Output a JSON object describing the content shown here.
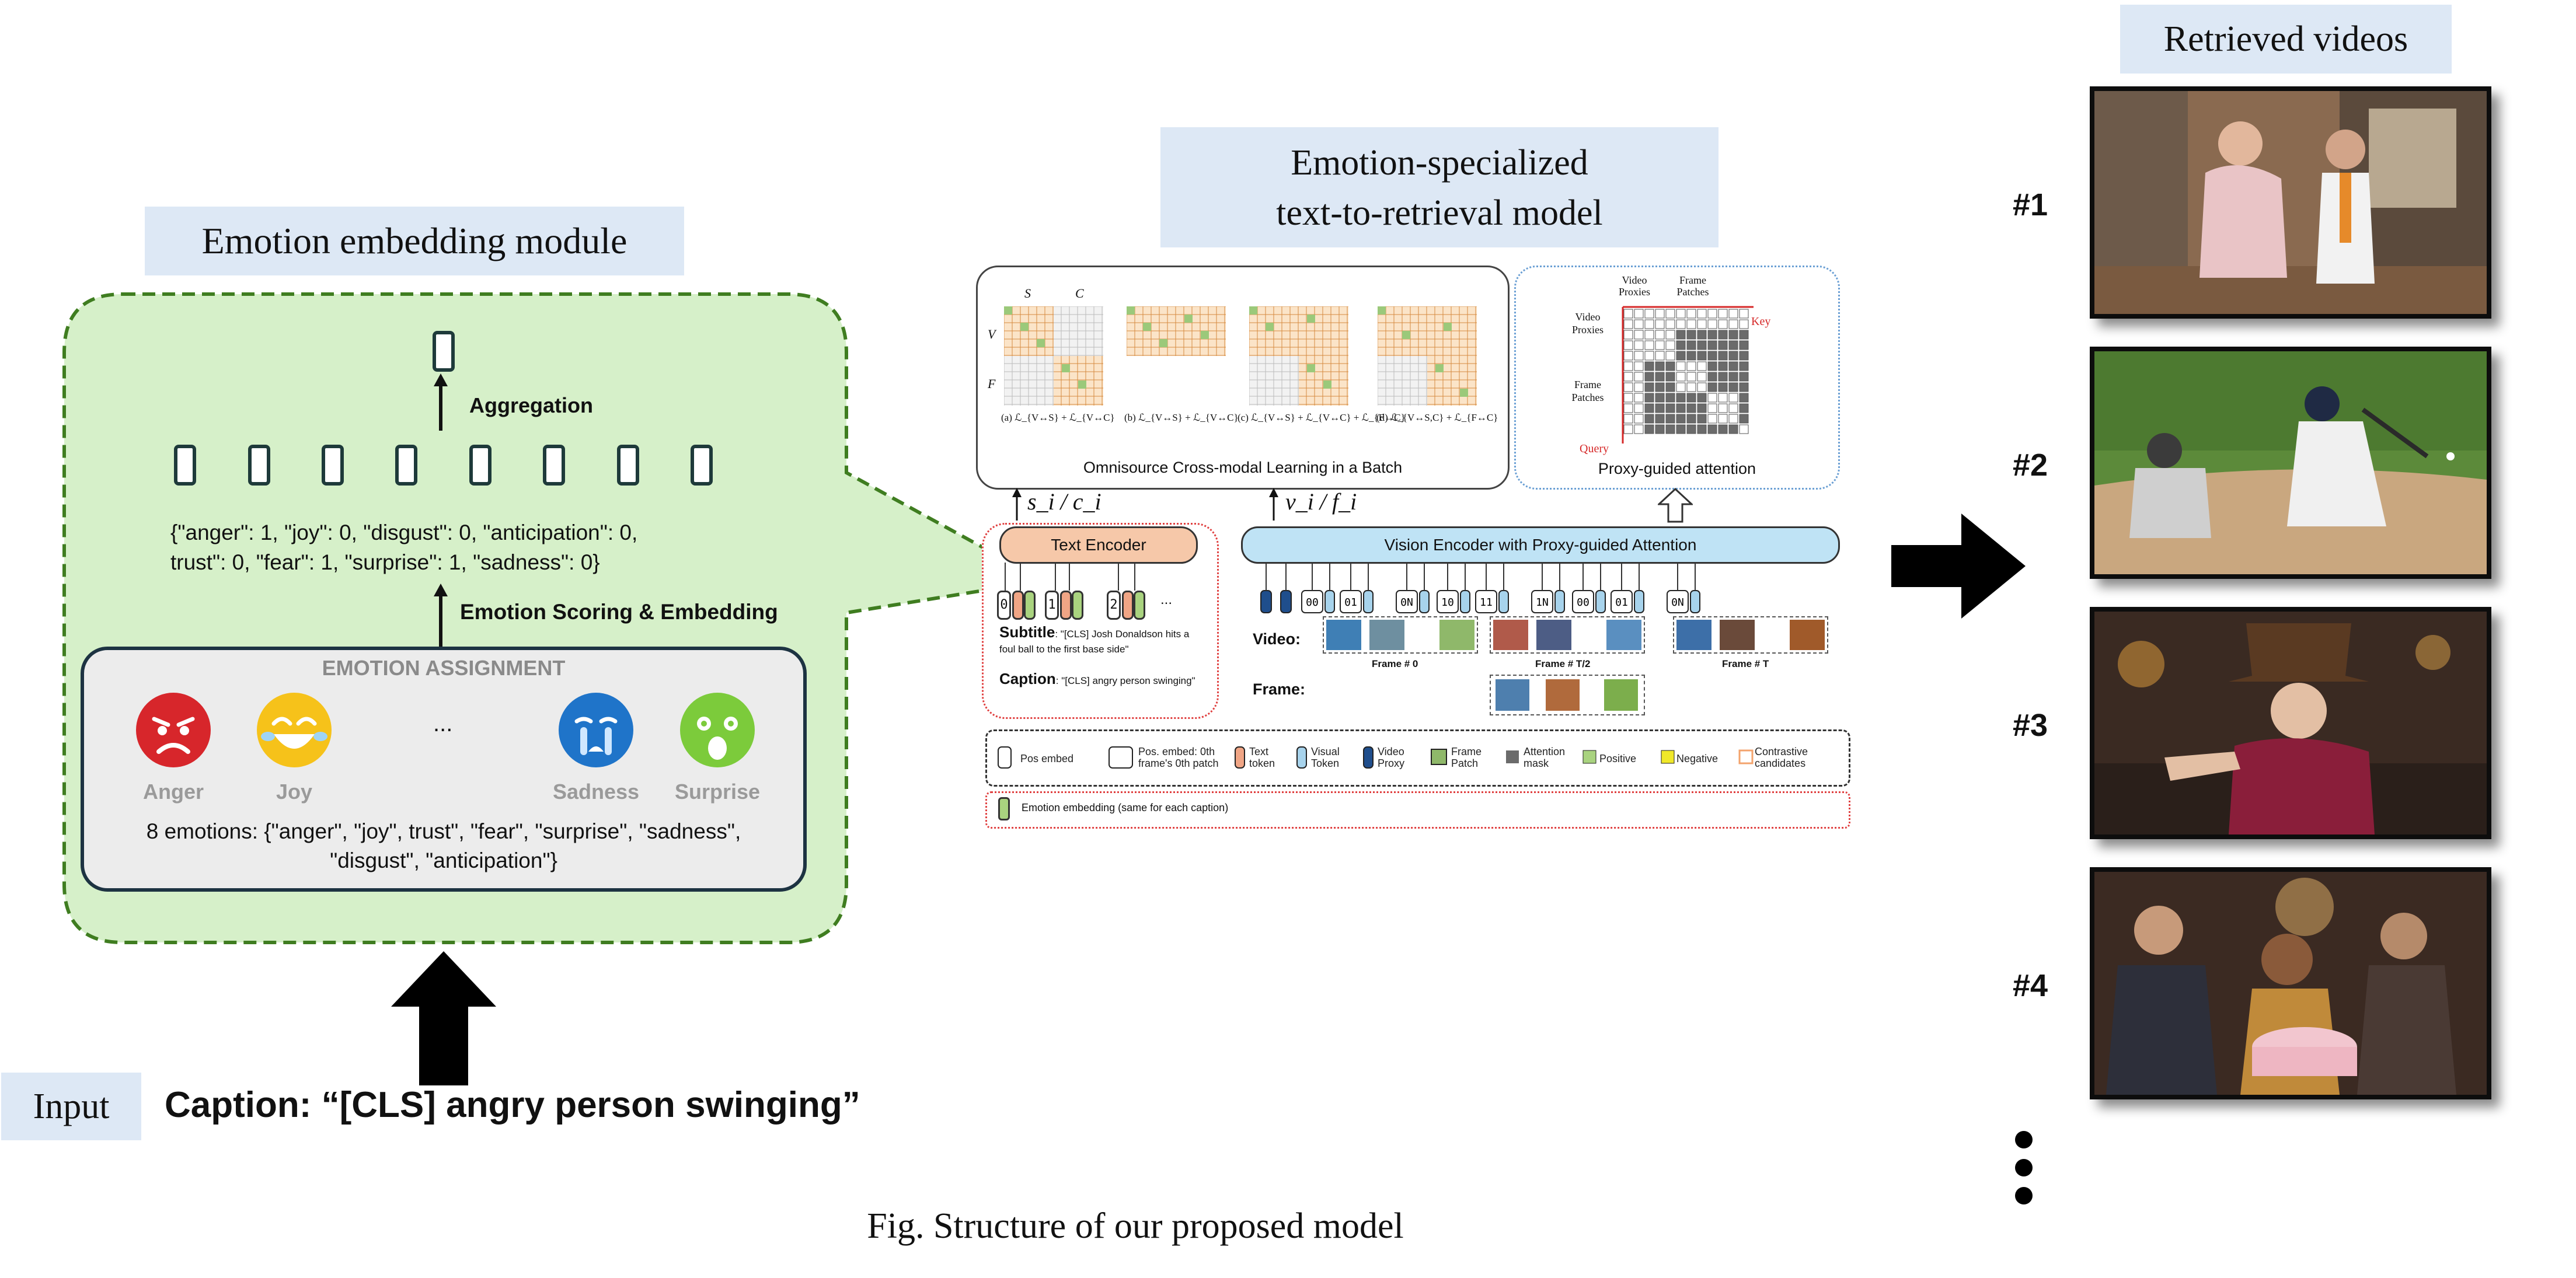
{
  "emotion_module": {
    "title": "Emotion embedding module",
    "aggregation_label": "Aggregation",
    "scores_line1": "{\"anger\": 1, \"joy\": 0, \"disgust\": 0, \"anticipation\": 0,",
    "scores_line2": "trust\": 0, \"fear\": 1, \"surprise\": 1, \"sadness\": 0}",
    "scoring_label": "Emotion Scoring & Embedding",
    "assignment": {
      "title": "EMOTION ASSIGNMENT",
      "emotions": [
        {
          "label": "Anger",
          "color": "#d7262b"
        },
        {
          "label": "Joy",
          "color": "#f6c21a"
        },
        {
          "label": "Sadness",
          "color": "#1f74c9"
        },
        {
          "label": "Surprise",
          "color": "#7ccb3b"
        }
      ],
      "ellipsis": "...",
      "list_line1": "8 emotions: {\"anger\", \"joy\", trust\", \"fear\", \"surprise\", \"sadness\",",
      "list_line2": "\"disgust\", \"anticipation\"}"
    }
  },
  "retrieval_model": {
    "title_line1": "Emotion-specialized",
    "title_line2": "text-to-retrieval model",
    "omnisource": {
      "title": "Omnisource Cross-modal Learning in a Batch",
      "s_label": "S",
      "c_label": "C",
      "v_label": "V",
      "f_label": "F",
      "captions": [
        "(a) ℒ_{V↔S} + ℒ_{V↔C}",
        "(b) ℒ_{V↔S} + ℒ_{V↔C}",
        "(c) ℒ_{V↔S} + ℒ_{V↔C} + ℒ_{F↔C}",
        "(d) ℒ_{V↔S,C} + ℒ_{F↔C}"
      ]
    },
    "proxy": {
      "title": "Proxy-guided attention",
      "video_proxies": "Video Proxies",
      "frame_patches": "Frame Patches",
      "key": "Key",
      "query": "Query"
    },
    "si_ci": "s_i / c_i",
    "vi_fi": "v_i / f_i",
    "text_encoder": "Text Encoder",
    "vision_encoder": "Vision Encoder with Proxy-guided Attention",
    "text_tokens": [
      "0",
      "1",
      "2",
      "..."
    ],
    "vision_tokens": [
      "00",
      "01",
      "0N",
      "10",
      "11",
      "1N",
      "00",
      "01",
      "0N"
    ],
    "subtitle_label": "Subtitle",
    "subtitle_text": ": \"[CLS] Josh Donaldson hits a foul ball to the first base side\"",
    "caption_label": "Caption",
    "caption_text": ": \"[CLS] angry person swinging\"",
    "video_label": "Video:",
    "frame_label": "Frame:",
    "frame_captions": [
      "Frame # 0",
      "Frame # T/2",
      "Frame # T"
    ],
    "legend": [
      {
        "label": "Pos embed"
      },
      {
        "label": "Pos. embed: 0th frame's 0th patch"
      },
      {
        "label": "Text token",
        "color": "#f0a585"
      },
      {
        "label": "Visual Token",
        "color": "#a7d3ec"
      },
      {
        "label": "Video Proxy",
        "color": "#1f4e8c"
      },
      {
        "label": "Frame Patch"
      },
      {
        "label": "Attention mask",
        "color": "#6b6b6b"
      },
      {
        "label": "Positive",
        "color": "#a9d37f"
      },
      {
        "label": "Negative",
        "color": "#f0e82a"
      },
      {
        "label": "Contrastive candidates",
        "color": "#f3a36c"
      }
    ],
    "emotion_legend": "Emotion embedding (same for each caption)"
  },
  "input": {
    "label": "Input",
    "caption": "Caption: “[CLS] angry person swinging”"
  },
  "retrieved": {
    "title": "Retrieved videos",
    "ranks": [
      "#1",
      "#2",
      "#3",
      "#4"
    ]
  },
  "figure_caption": "Fig. Structure of our proposed model"
}
